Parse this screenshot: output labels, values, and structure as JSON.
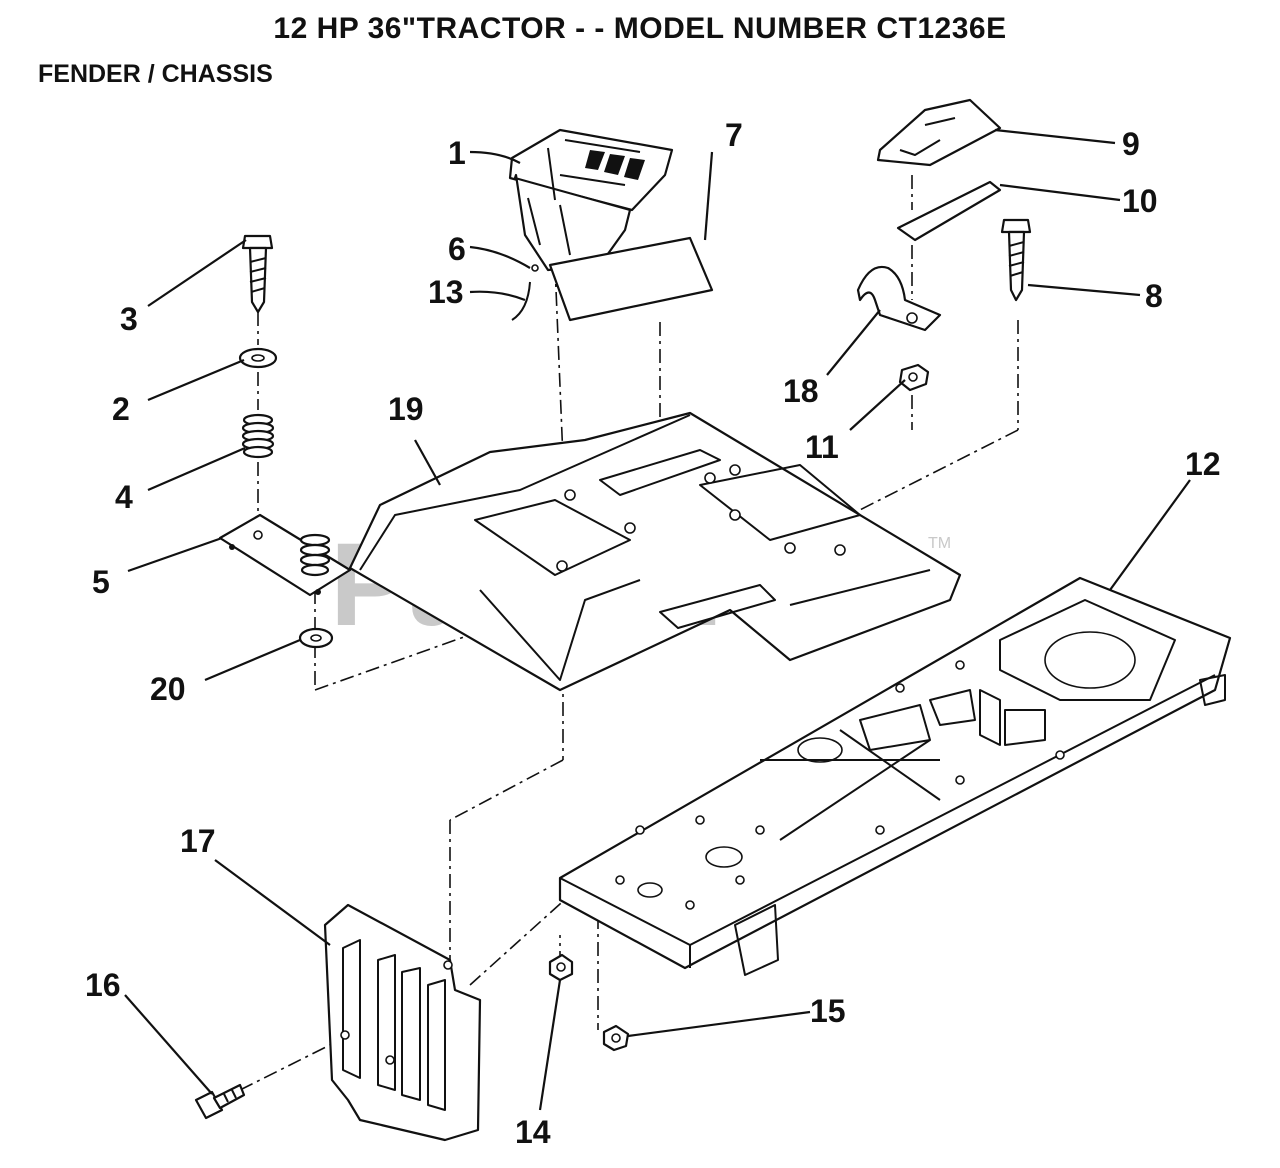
{
  "header": {
    "title": "12 HP 36\"TRACTOR - - MODEL NUMBER CT1236E",
    "subtitle": "FENDER / CHASSIS"
  },
  "watermark": {
    "text": "PartsTree",
    "trademark": "TM"
  },
  "callouts": [
    {
      "id": "c1",
      "label": "1"
    },
    {
      "id": "c2",
      "label": "2"
    },
    {
      "id": "c3",
      "label": "3"
    },
    {
      "id": "c4",
      "label": "4"
    },
    {
      "id": "c5",
      "label": "5"
    },
    {
      "id": "c6",
      "label": "6"
    },
    {
      "id": "c7",
      "label": "7"
    },
    {
      "id": "c8",
      "label": "8"
    },
    {
      "id": "c9",
      "label": "9"
    },
    {
      "id": "c10",
      "label": "10"
    },
    {
      "id": "c11",
      "label": "11"
    },
    {
      "id": "c12",
      "label": "12"
    },
    {
      "id": "c13",
      "label": "13"
    },
    {
      "id": "c14",
      "label": "14"
    },
    {
      "id": "c15",
      "label": "15"
    },
    {
      "id": "c16",
      "label": "16"
    },
    {
      "id": "c17",
      "label": "17"
    },
    {
      "id": "c18",
      "label": "18"
    },
    {
      "id": "c19",
      "label": "19"
    },
    {
      "id": "c20",
      "label": "20"
    }
  ]
}
